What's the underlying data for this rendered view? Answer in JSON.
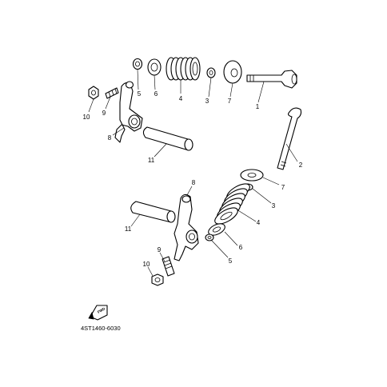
{
  "diagram": {
    "callouts": {
      "top_1": "1",
      "top_2": "2",
      "top_3": "3",
      "top_4": "4",
      "top_5": "5",
      "top_6": "6",
      "top_7": "7",
      "top_8": "8",
      "top_9": "9",
      "top_10": "10",
      "top_11": "11",
      "bot_3": "3",
      "bot_4": "4",
      "bot_5": "5",
      "bot_6": "6",
      "bot_7": "7",
      "bot_8": "8",
      "bot_9": "9",
      "bot_10": "10",
      "bot_11": "11"
    },
    "forward_mark": "FWD",
    "diagram_code": "4ST1460-6030"
  }
}
